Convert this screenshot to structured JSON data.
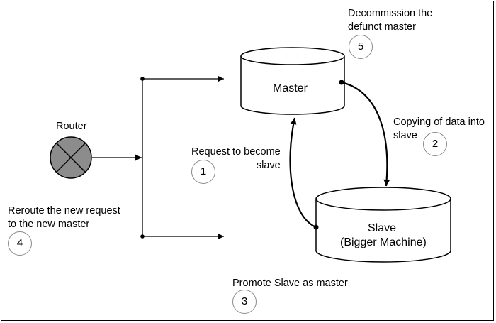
{
  "router": {
    "label": "Router"
  },
  "master": {
    "label": "Master"
  },
  "slave": {
    "line1": "Slave",
    "line2": "(Bigger Machine)"
  },
  "steps": [
    {
      "number": "1",
      "text": "Request to become\nslave"
    },
    {
      "number": "2",
      "text": "Copying of data into\nslave"
    },
    {
      "number": "3",
      "text": "Promote Slave as master"
    },
    {
      "number": "4",
      "text": "Reroute the new request\nto the new master"
    },
    {
      "number": "5",
      "text": "Decommission the\ndefunct master"
    }
  ],
  "colors": {
    "router_fill": "#8c8c8c",
    "line": "#000000",
    "badge_border": "#8a8a8a"
  }
}
